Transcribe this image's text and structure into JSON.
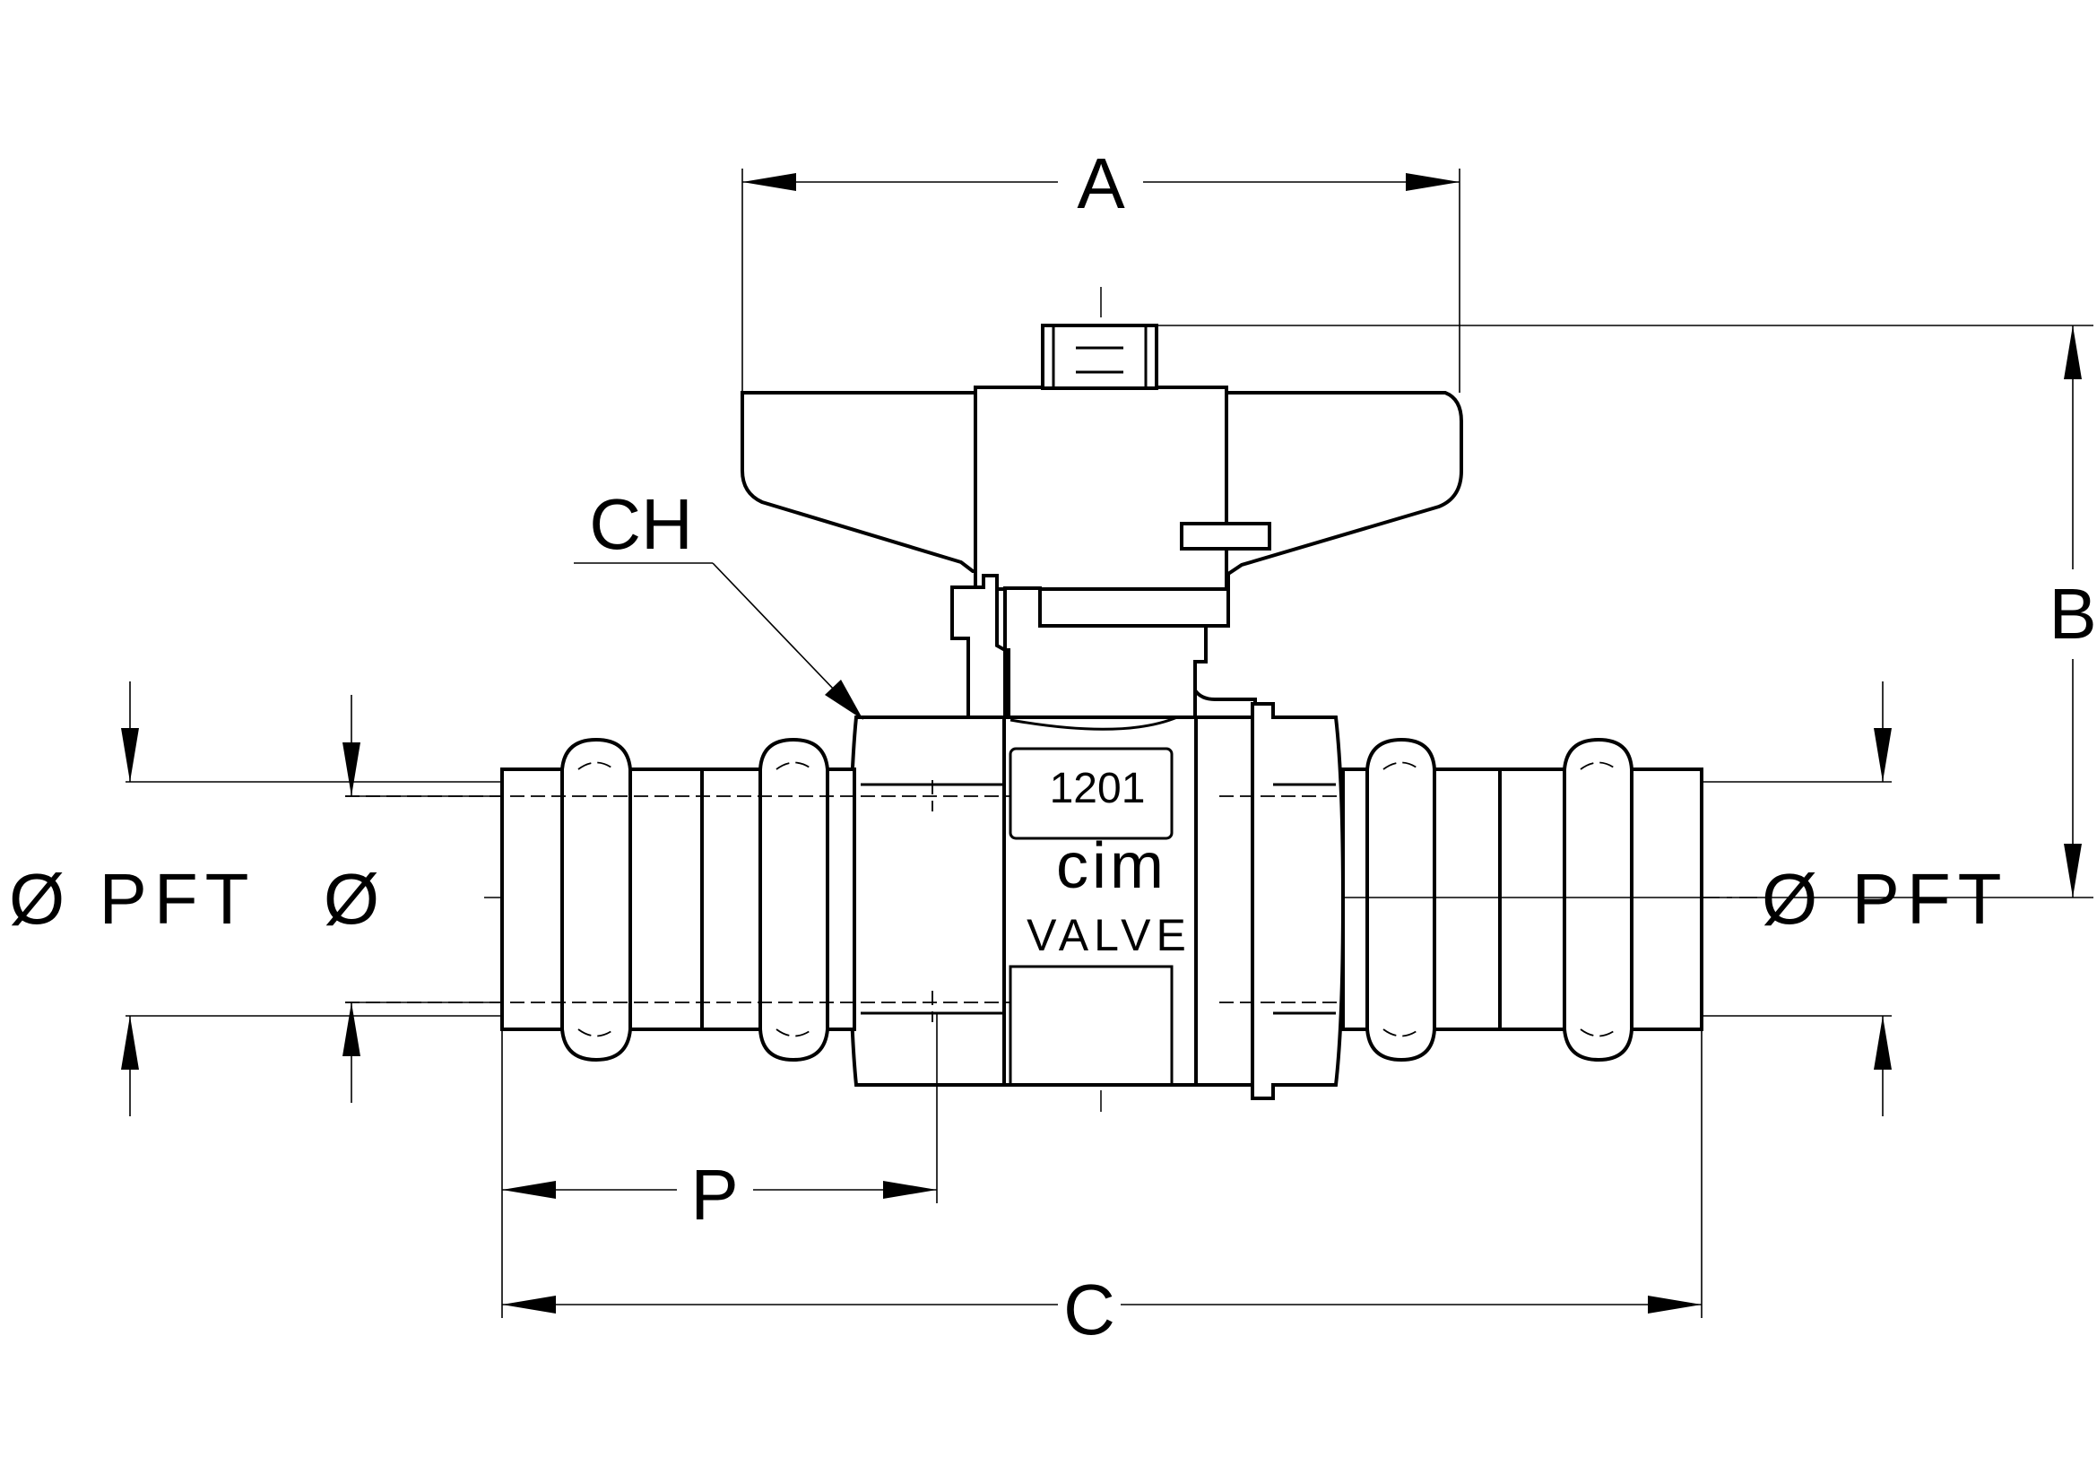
{
  "dimensions": {
    "a": "A",
    "b": "B",
    "c": "C",
    "p": "P",
    "ch": "CH",
    "pft_left": "Ø PFT",
    "dia_left": "Ø",
    "pft_right": "Ø PFT"
  },
  "body_marking": {
    "model": "1201",
    "brand": "cim",
    "brand_sub": "VALVE"
  }
}
